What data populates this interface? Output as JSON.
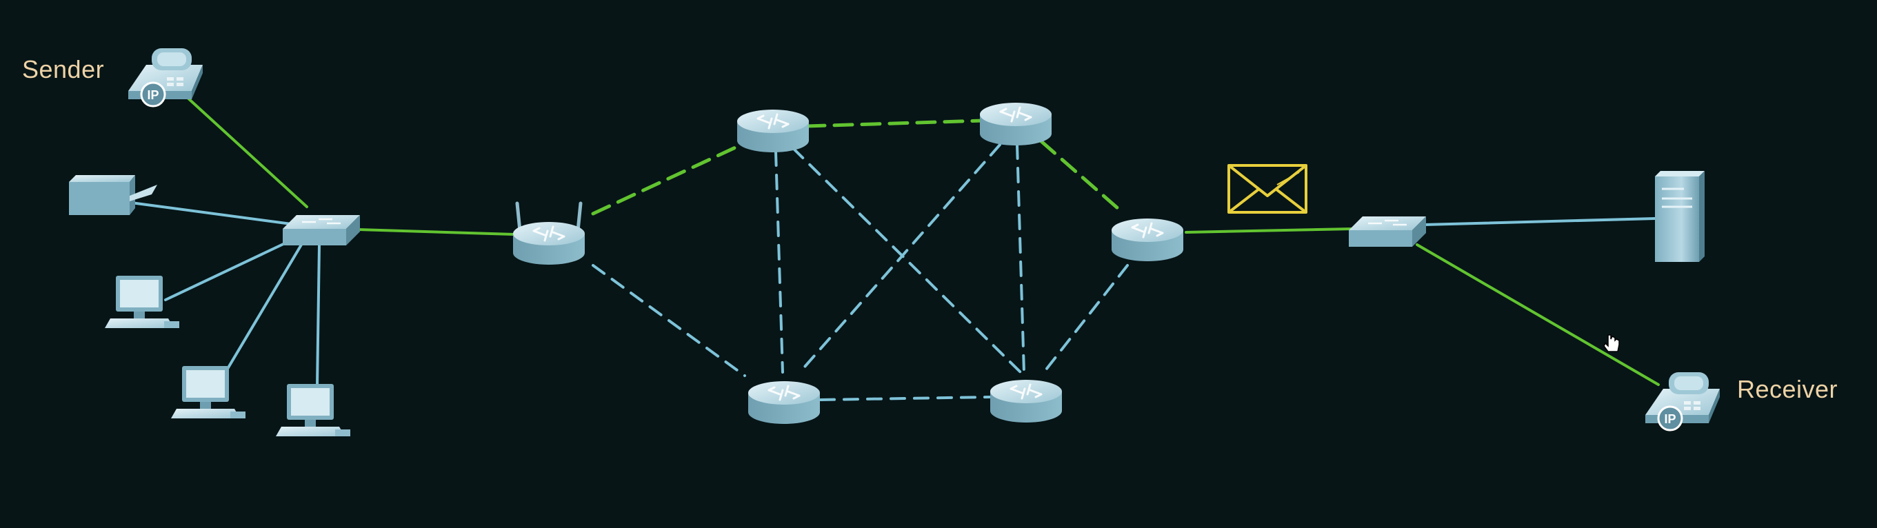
{
  "labels": {
    "sender": "Sender",
    "receiver": "Receiver"
  },
  "badges": {
    "ip": "IP"
  },
  "colors": {
    "background": "#071517",
    "active_link": "#62c430",
    "idle_link": "#7ec3d9",
    "device": "#8cbfd0",
    "message_envelope": "#e8cf3c",
    "label_text": "#eed3a6"
  },
  "icons": {
    "sender_phone": "ip-phone-icon",
    "receiver_phone": "ip-phone-icon",
    "printer": "printer-icon",
    "workstations": "pc-icon",
    "switches": "switch-icon",
    "routers": "router-icon",
    "wireless_router": "wireless-router-icon",
    "server": "server-icon",
    "message": "envelope-icon",
    "cursor": "hand-cursor-icon"
  }
}
